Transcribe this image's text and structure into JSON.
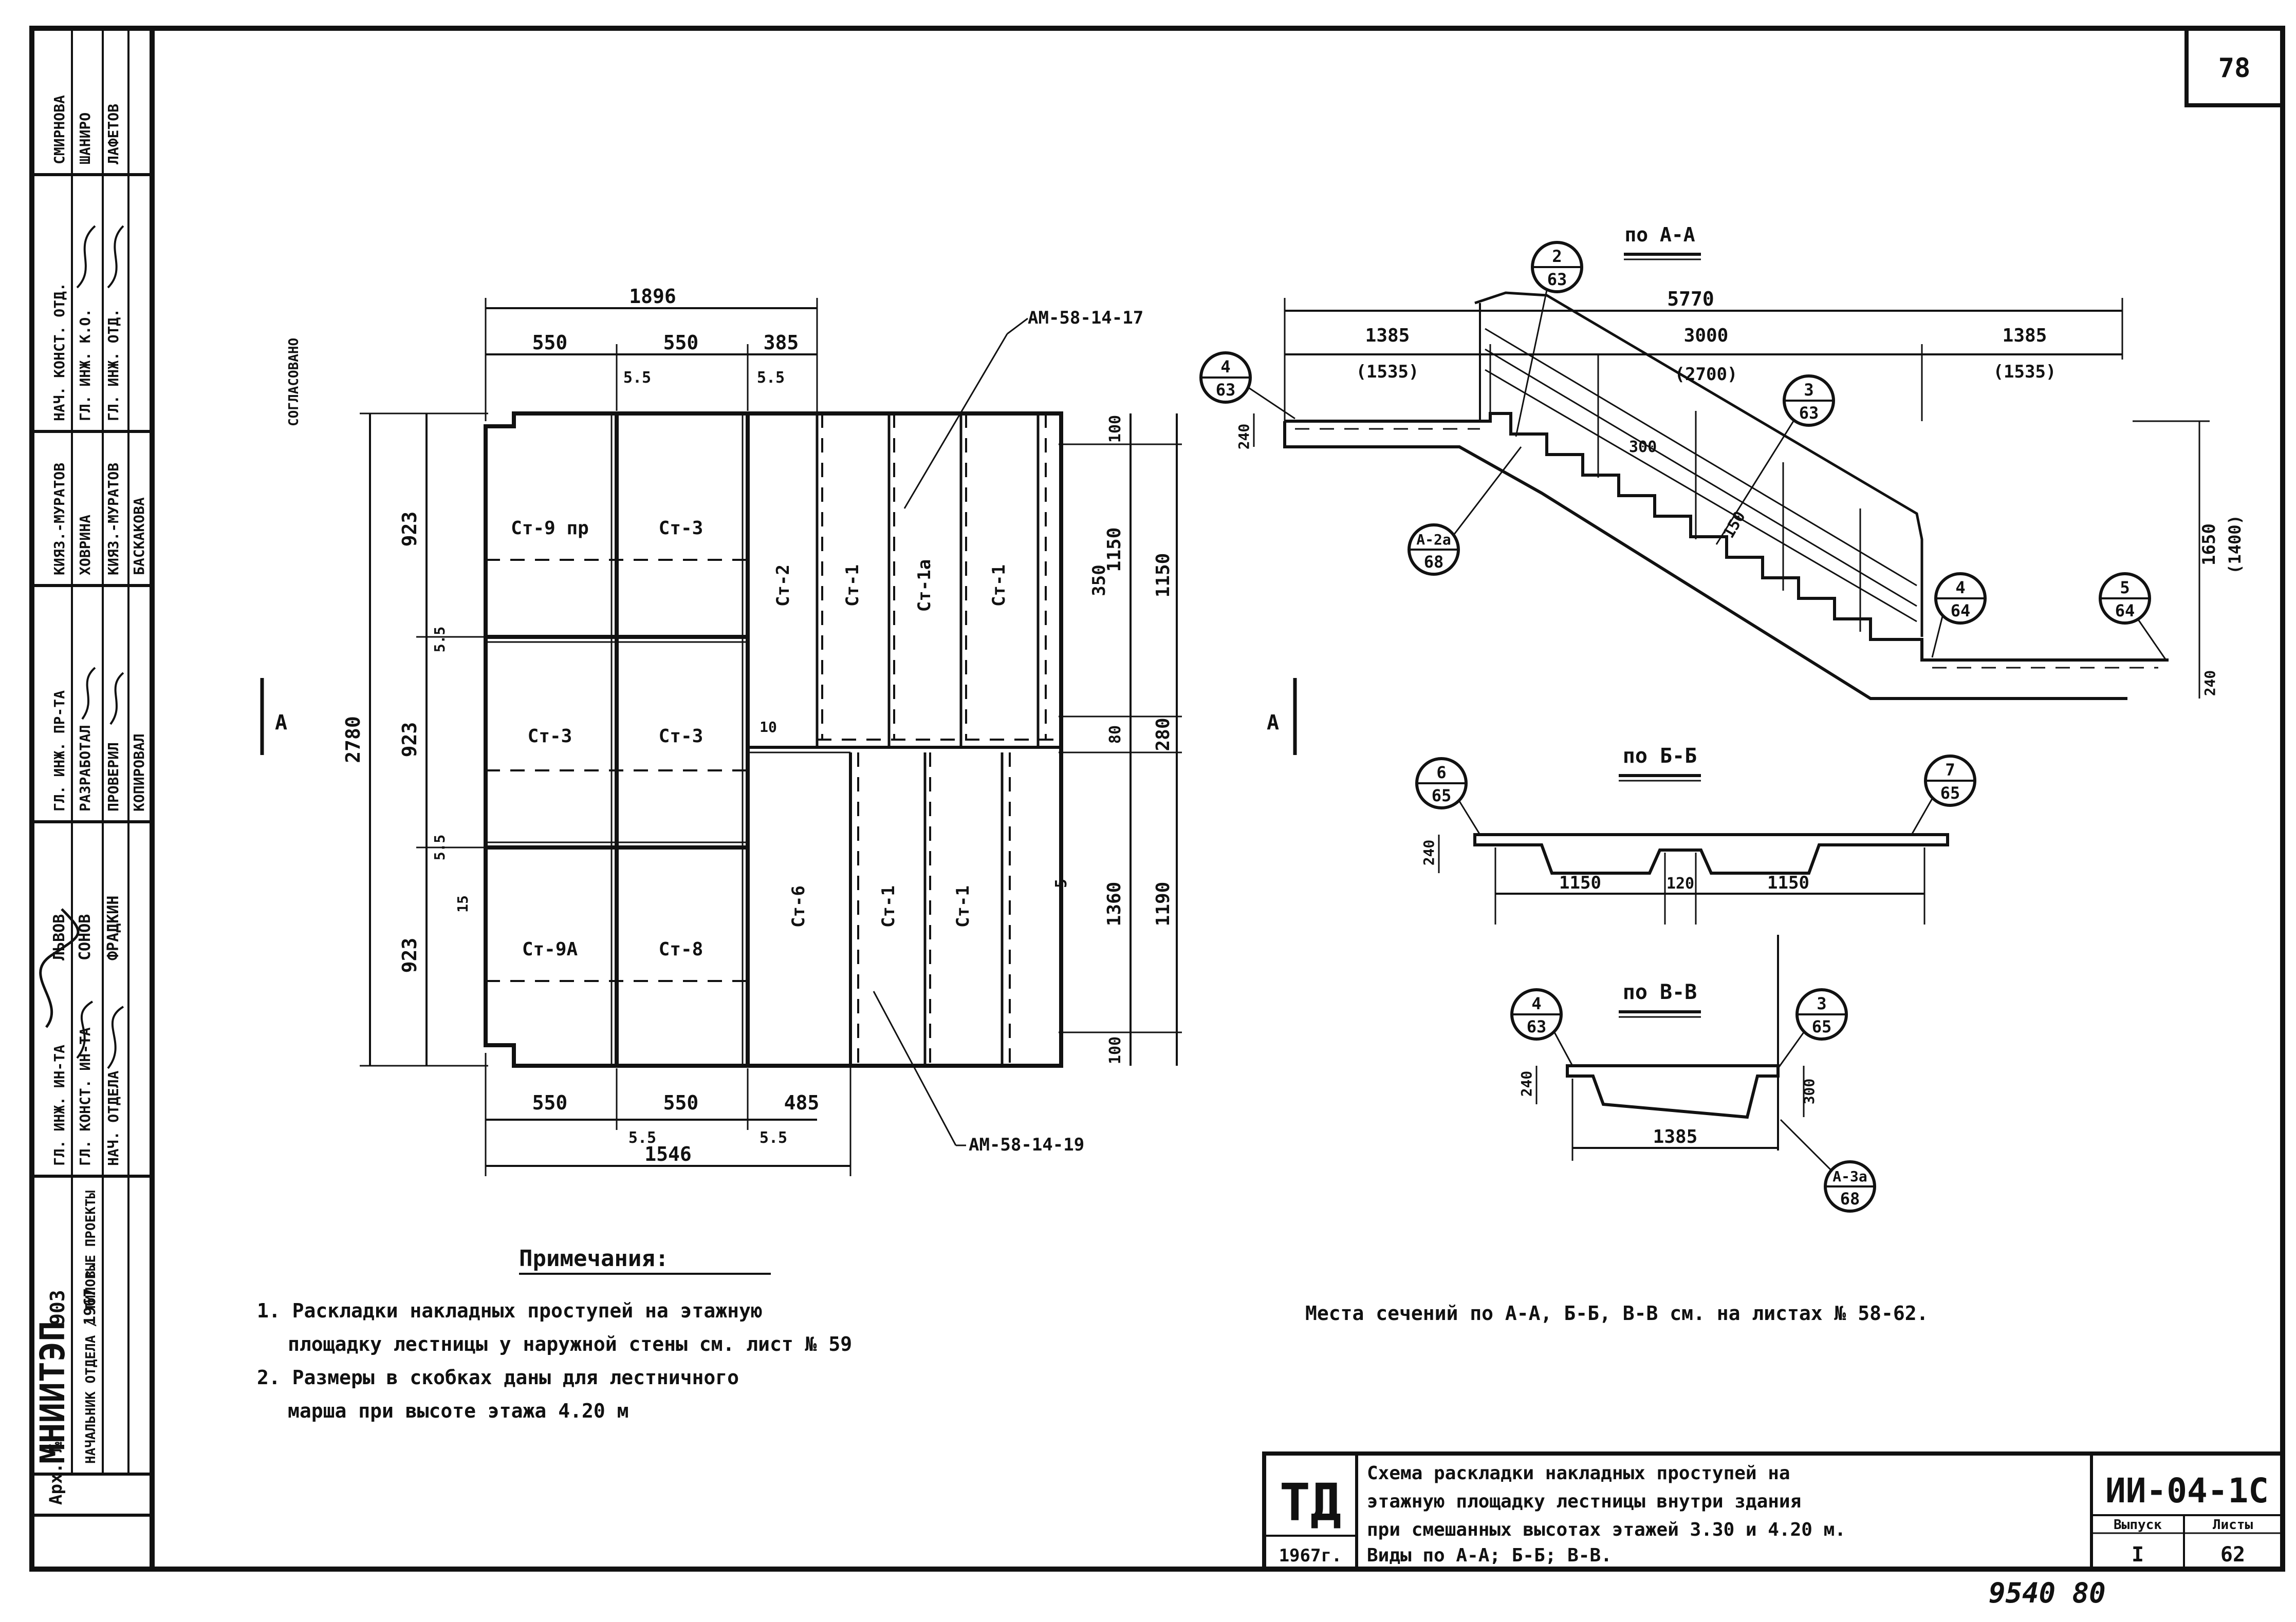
{
  "sheet": {
    "number": "78",
    "footer_handwritten": "9540 80"
  },
  "sidebar": {
    "institute": "МНИИТЭП",
    "department": "НАЧАЛЬНИК ОТДЕЛА / ТИПОВЫЕ ПРОЕКТЫ",
    "archive": "Арх. №",
    "series_code": "903",
    "year_col": "1967 г.",
    "roles": [
      "ГЛ. ИНЖ. ИН-ТА",
      "ГЛ. КОНСТ. ИН-ТА",
      "НАЧ. ОТДЕЛА",
      "ГЛ. ИНЖ. ПР-ТА",
      "РАЗРАБОТАЛ",
      "ПРОВЕРИЛ",
      "КОПИРОВАЛ",
      "КИЯЗ.-МУРАТОВ",
      "НАЧ. КОНСТ. ОТД.",
      "ГЛ. ИНЖ. К.О.",
      "ГЛ. ИНЖ. ОТД."
    ],
    "names": [
      "ЛЬВОВ",
      "СОНОВ",
      "ФРАДКИН",
      "ХОВРИНА",
      "КИЯЗ.-МУРАТОВ",
      "БАСКАКОВА",
      "СМИРНОВА",
      "ШАНИРО",
      "ЛАФЕТОВ"
    ],
    "agreed": "СОГЛАСОВАНО"
  },
  "plan": {
    "top_overall": "1896",
    "top_dims": [
      "550",
      "550",
      "385"
    ],
    "top_gaps": [
      "5.5",
      "5.5"
    ],
    "bottom_dims": [
      "550",
      "550",
      "485"
    ],
    "bottom_gaps": [
      "5.5",
      "5.5"
    ],
    "bottom_overall": "1546",
    "left_overall": "2780",
    "left_dims": [
      "923",
      "923",
      "923"
    ],
    "left_gaps": [
      "5.5",
      "5.5"
    ],
    "left_small": "15",
    "right_dims": [
      "100",
      "1150",
      "80",
      "1360",
      "100"
    ],
    "right_dims_alt": [
      "1150",
      "280",
      "1190"
    ],
    "right_note": "350",
    "right_extra": "5",
    "inner_small": "10",
    "blocks": [
      "Ст-9 пр",
      "Ст-3",
      "Ст-3",
      "Ст-3",
      "Ст-9А",
      "Ст-8"
    ],
    "panels": [
      "Ст-2",
      "Ст-1",
      "Ст-1а",
      "Ст-1",
      "Ст-6",
      "Ст-1",
      "Ст-1"
    ],
    "callout_top": "АМ-58-14-17",
    "callout_bottom": "АМ-58-14-19",
    "section_mark": "А"
  },
  "section_aa": {
    "title": "по А-А",
    "overall": "5770",
    "dims": [
      "1385",
      "3000",
      "1385"
    ],
    "dims_alt": [
      "(1535)",
      "(2700)",
      "(1535)"
    ],
    "h_left": "240",
    "h_right": "240",
    "height": "1650",
    "height_alt": "(1400)",
    "inner_dims": [
      "300",
      "150"
    ],
    "refs": [
      {
        "num": "4",
        "sheet": "63"
      },
      {
        "num": "2",
        "sheet": "63"
      },
      {
        "num": "3",
        "sheet": "63"
      },
      {
        "num": "А-2а",
        "sheet": "68"
      },
      {
        "num": "4",
        "sheet": "64"
      },
      {
        "num": "5",
        "sheet": "64"
      }
    ]
  },
  "section_bb": {
    "title": "по Б-Б",
    "h": "240",
    "dims": [
      "1150",
      "120",
      "1150"
    ],
    "refs": [
      {
        "num": "6",
        "sheet": "65"
      },
      {
        "num": "7",
        "sheet": "65"
      }
    ]
  },
  "section_vv": {
    "title": "по В-В",
    "h": "240",
    "depth": "300",
    "dim": "1385",
    "refs": [
      {
        "num": "4",
        "sheet": "63"
      },
      {
        "num": "3",
        "sheet": "65"
      },
      {
        "num": "А-3а",
        "sheet": "68"
      }
    ]
  },
  "notes": {
    "heading": "Примечания:",
    "items": [
      "1. Раскладки накладных проступей на этажную",
      "площадку лестницы у наружной стены см. лист № 59",
      "2. Размеры в скобках даны для лестничного",
      "марша при высоте этажа 4.20 м"
    ],
    "sections_ref": "Места сечений по А-А, Б-Б, В-В см. на листах № 58-62."
  },
  "titleblock": {
    "org": "ТД",
    "year": "1967г.",
    "description": [
      "Схема раскладки накладных проступей на",
      "этажную площадку лестницы внутри здания",
      "при смешанных высотах этажей 3.30 и 4.20 м.",
      "Виды по А-А; Б-Б; В-В."
    ],
    "code": "ИИ-04-1С",
    "issue_label": "Выпуск",
    "issue": "I",
    "sheet_label": "Листы",
    "sheet": "62"
  }
}
